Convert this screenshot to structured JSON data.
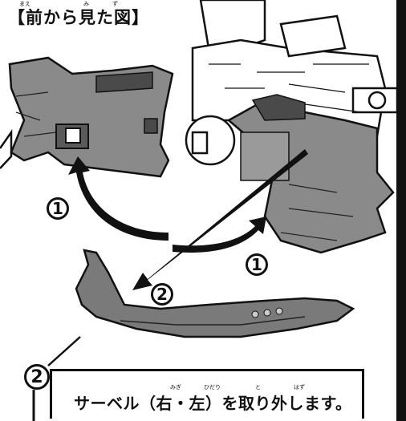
{
  "title": "【前から見た図】",
  "title_ruby": [
    "まえ",
    "み",
    "ず"
  ],
  "steps": {
    "step1_a": "1",
    "step1_b": "1",
    "step2_arrow": "2",
    "step2_note": "2"
  },
  "instruction": {
    "text": "サーベル（右・左）を取り外します。",
    "ruby": [
      "みぎ",
      "ひだり",
      "と",
      "はず"
    ]
  },
  "colors": {
    "part_gray": "#8a8a8a",
    "part_dark": "#4a4a4a",
    "line": "#111111",
    "background": "#ffffff"
  }
}
